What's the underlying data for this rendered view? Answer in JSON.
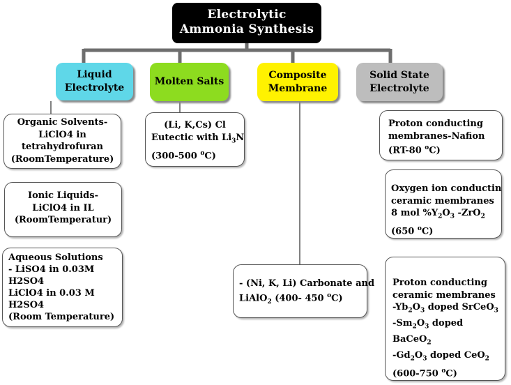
{
  "root": {
    "line1": "Electrolytic",
    "line2": "Ammonia Synthesis"
  },
  "categories": [
    {
      "line1": "Liquid",
      "line2": "Electrolyte",
      "color": "#5fd7e8"
    },
    {
      "line1": "Molten Salts",
      "line2": "",
      "color": "#8ddc1f"
    },
    {
      "line1": "Composite",
      "line2": "Membrane",
      "color": "#fff200"
    },
    {
      "line1": "Solid State",
      "line2": "Electrolyte",
      "color": "#bdbdbd"
    }
  ],
  "liquid": [
    {
      "lines": [
        "Organic Solvents-",
        "LiClO4  in",
        "tetrahydrofuran",
        "(RoomTemperature)"
      ]
    },
    {
      "lines": [
        "Ionic Liquids-",
        "LiClO4 in IL",
        "(RoomTemperatur)"
      ]
    },
    {
      "lines": [
        "Aqueous Solutions",
        "- LiSO4 in 0.03M",
        "H2SO4",
        "LiClO4  in 0.03 M",
        "H2SO4",
        "(Room Temperature)"
      ]
    }
  ],
  "molten": {
    "l1": "(Li, K,Cs) Cl",
    "l2a": "Eutectic with Li",
    "l2sub": "3",
    "l2b": "N",
    "l3a": "(300-500 ",
    "l3sup": "o",
    "l3b": "C)"
  },
  "composite": {
    "l1": "- (Ni, K, Li) Carbonate and",
    "l2a": "LiAlO",
    "l2sub": "2",
    "l2b": " (400- 450 ",
    "l2sup": "o",
    "l2c": "C)"
  },
  "solid": [
    {
      "l1": "Proton conducting",
      "l2": "membranes-Nafion",
      "l3a": "(RT-80 ",
      "l3sup": "o",
      "l3b": "C)"
    },
    {
      "l1": "Oxygen ion conductin",
      "l2": "ceramic membranes",
      "l3a": " 8 mol %Y",
      "l3s1": "2",
      "l3b": "O",
      "l3s2": "3",
      "l3c": " -ZrO",
      "l3s3": "2",
      "l4a": "(650 ",
      "l4sup": "o",
      "l4b": "C)"
    },
    {
      "l1": "Proton conducting",
      "l2": "ceramic membranes",
      "l3a": "-Yb",
      "l3s1": "2",
      "l3b": "O",
      "l3s2": "3",
      "l3c": " doped SrCeO",
      "l3s3": "3",
      "l4a": "-Sm",
      "l4s1": "2",
      "l4b": "O",
      "l4s2": "3",
      "l4c": " doped",
      "l5a": "BaCeO",
      "l5s1": "2",
      "l6a": "-Gd",
      "l6s1": "2",
      "l6b": "O",
      "l6s2": "3",
      "l6c": " doped CeO",
      "l6s3": "2",
      "l7a": "(600-750 ",
      "l7sup": "o",
      "l7b": "C)"
    }
  ]
}
